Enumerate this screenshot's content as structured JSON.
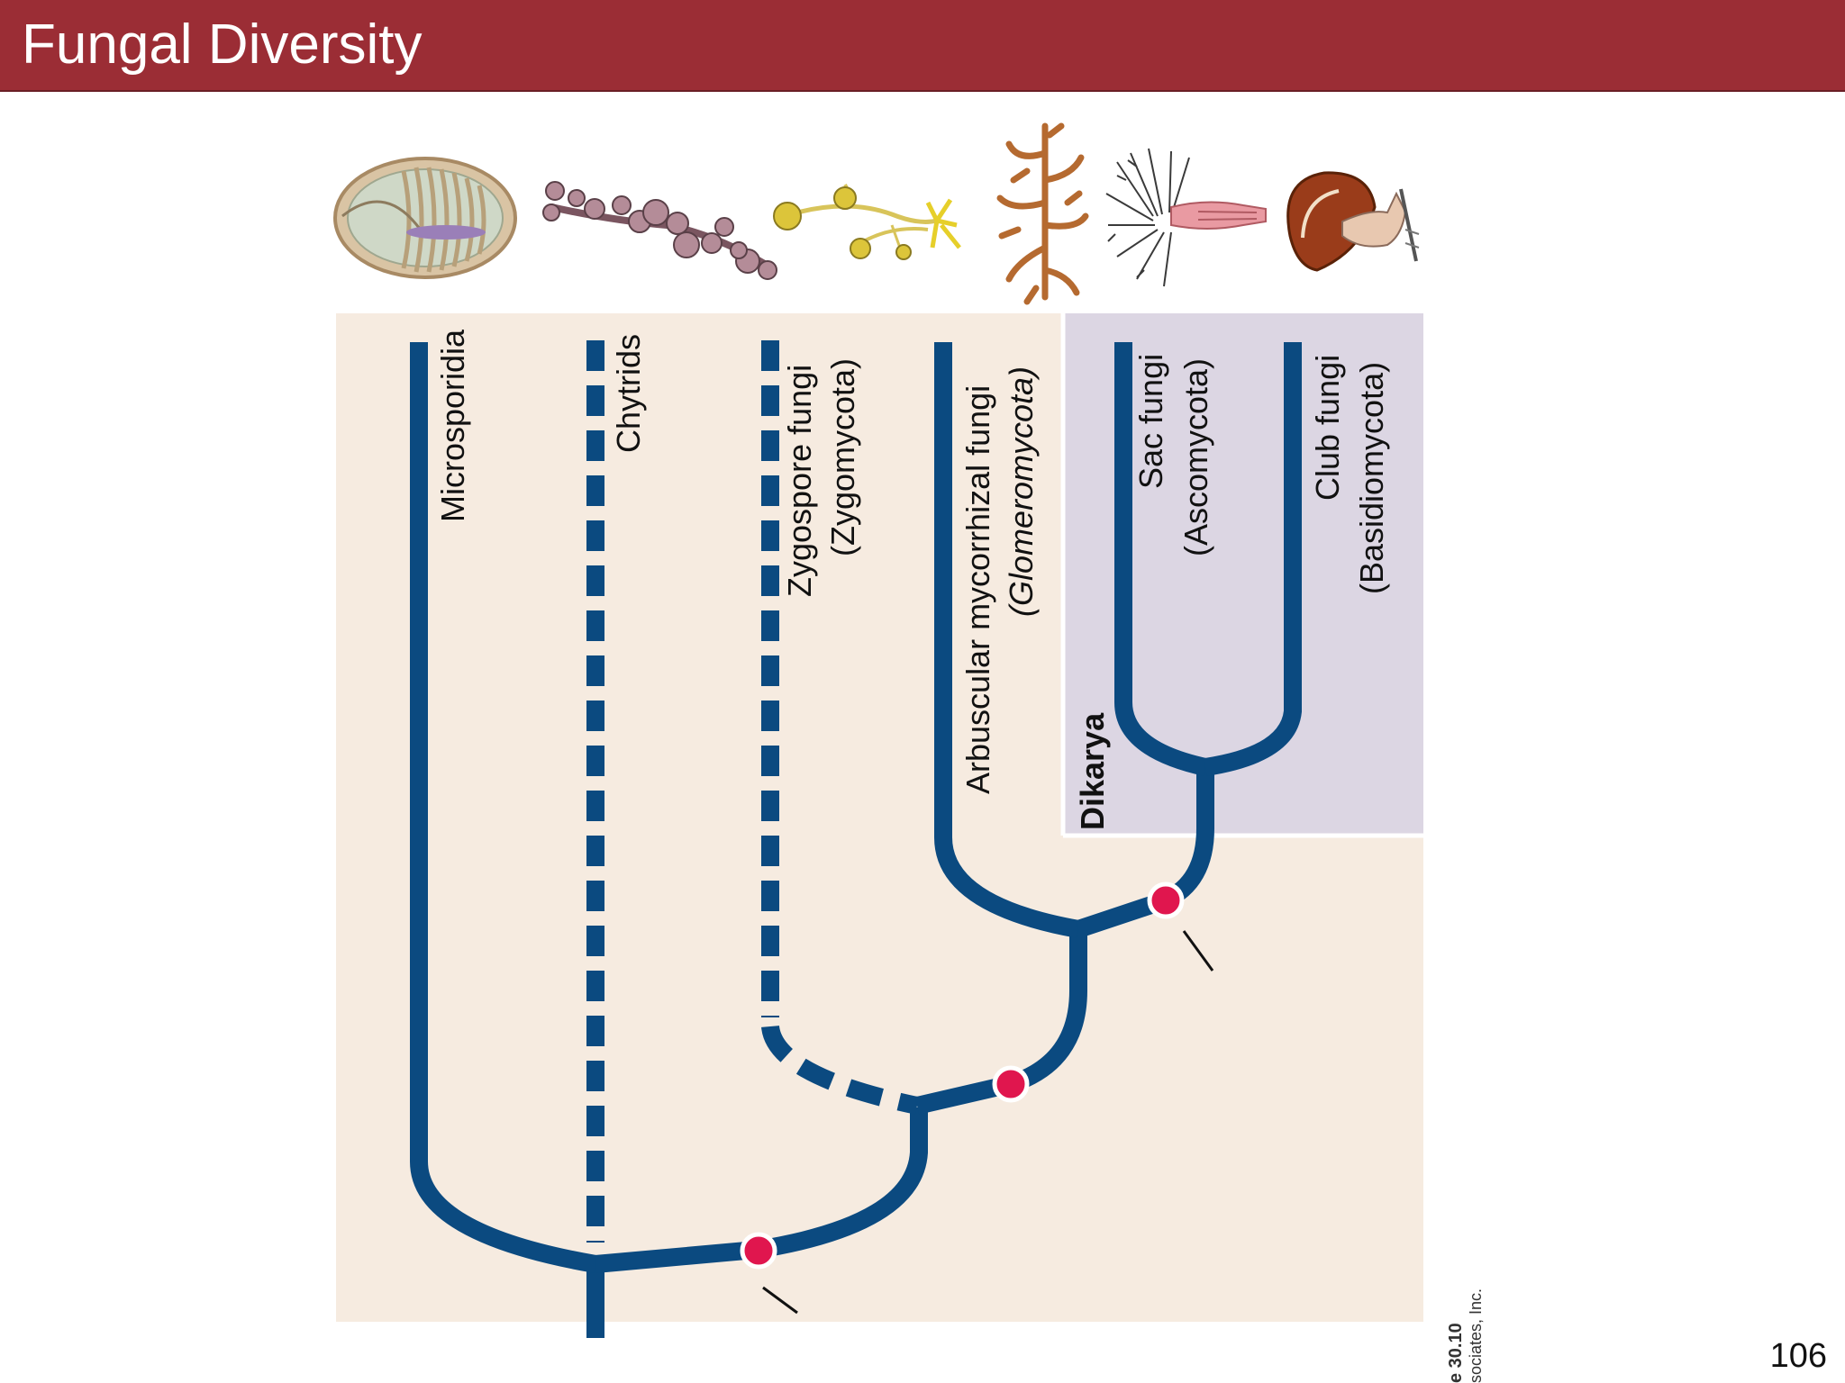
{
  "slide": {
    "title": "Fungal Diversity",
    "page_number": "106"
  },
  "colors": {
    "title_bar": "#9b2d35",
    "tree_line": "#0b4a80",
    "background_panel": "#f6ebe0",
    "dikarya_panel": "#dcd6e3",
    "synapomorphy_dot": "#e0164e"
  },
  "clades": [
    {
      "name": "Microsporidia",
      "subname": "",
      "line": "solid",
      "icon": "microsporidia-spore-icon"
    },
    {
      "name": "Chytrids",
      "subname": "",
      "line": "dashed",
      "icon": "chytrid-icon"
    },
    {
      "name": "Zygospore fungi",
      "subname": "(Zygomycota)",
      "line": "dashed",
      "icon": "zygospore-fungus-icon"
    },
    {
      "name": "Arbuscular mycorrhizal fungi",
      "subname": "(Glomeromycota)",
      "line": "solid",
      "icon": "mycorrhizal-fungus-icon"
    },
    {
      "name": "Sac fungi",
      "subname": "(Ascomycota)",
      "line": "solid",
      "icon": "sac-fungus-icon"
    },
    {
      "name": "Club fungi",
      "subname": "(Basidiomycota)",
      "line": "solid",
      "icon": "mushroom-icon"
    }
  ],
  "group_label": "Dikarya",
  "figure_credit": {
    "line1": "e 30.10",
    "line2": "sociates, Inc."
  }
}
